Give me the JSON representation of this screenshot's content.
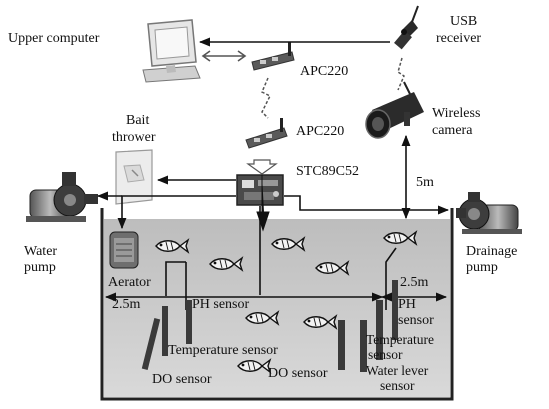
{
  "labels": {
    "upper_computer": "Upper computer",
    "usb_receiver_line1": "USB",
    "usb_receiver_line2": "receiver",
    "apc220_top": "APC220",
    "apc220_bottom": "APC220",
    "wireless_camera_line1": "Wireless",
    "wireless_camera_line2": "camera",
    "bait_thrower_line1": "Bait",
    "bait_thrower_line2": "thrower",
    "controller": "STC89C52",
    "camera_height": "5m",
    "water_pump_line1": "Water",
    "water_pump_line2": "pump",
    "drainage_pump_line1": "Drainage",
    "drainage_pump_line2": "pump",
    "aerator": "Aerator",
    "dist_left": "2.5m",
    "dist_right": "2.5m",
    "ph_sensor_center": "PH sensor",
    "ph_sensor_right_line1": "PH",
    "ph_sensor_right_line2": "sensor",
    "temperature_sensor_center": "Temperature sensor",
    "temperature_sensor_right_line1": "Temperature",
    "temperature_sensor_right_line2": "sensor",
    "do_sensor_left": "DO sensor",
    "do_sensor_center": "DO sensor",
    "water_level_sensor_line1": "Water lever",
    "water_level_sensor_line2": "sensor"
  },
  "colors": {
    "tank_water": "#c9c9c9",
    "tank_border": "#222222",
    "line": "#111111",
    "device_dark": "#3a3a3a",
    "device_light": "#e8e8e8"
  }
}
